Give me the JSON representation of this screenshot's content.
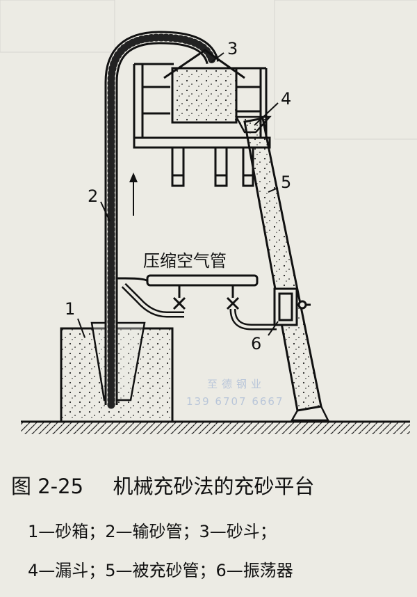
{
  "figure": {
    "label_1": "1",
    "label_2": "2",
    "label_3": "3",
    "label_4": "4",
    "label_5": "5",
    "label_6": "6",
    "air_pipe_label": "压缩空气管",
    "watermark_company": "至德钢业",
    "watermark_phone": "139 6707 6667"
  },
  "caption": {
    "number": "图 2-25",
    "title": "机械充砂法的充砂平台"
  },
  "legend": {
    "line1": "1—砂箱；2—输砂管；3—砂斗；",
    "line2": "4—漏斗；5—被充砂管；6—振荡器"
  }
}
